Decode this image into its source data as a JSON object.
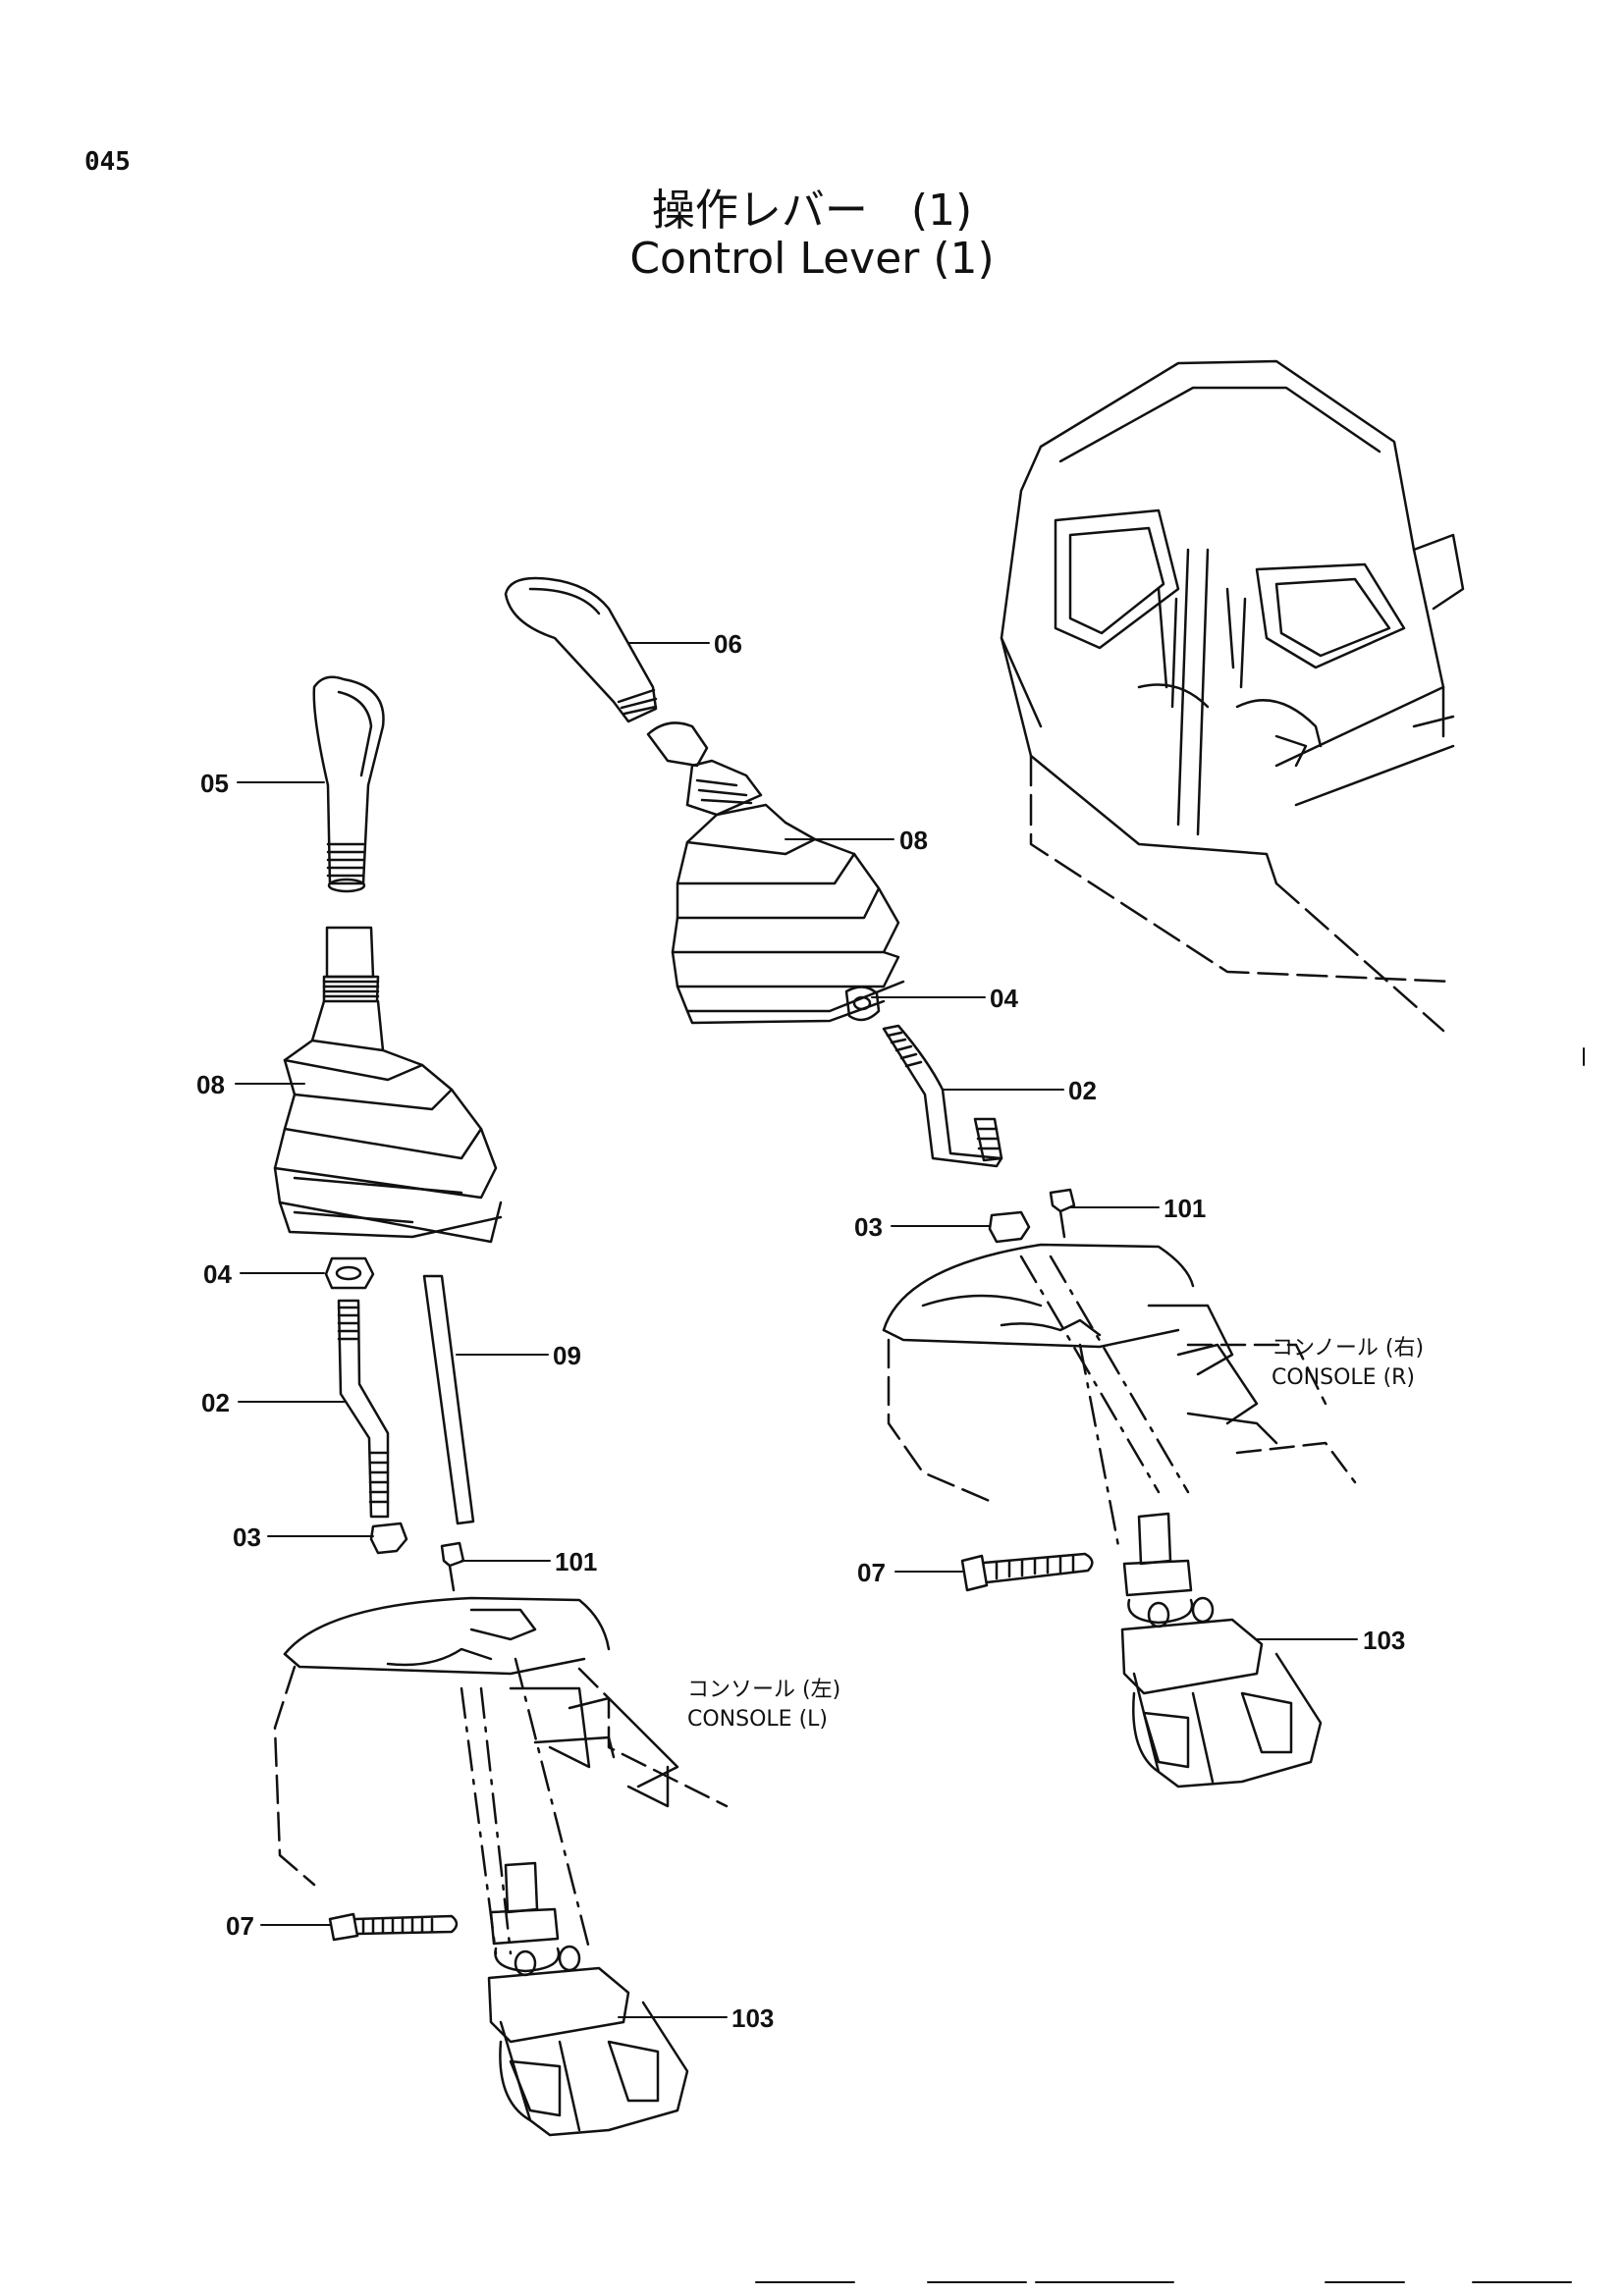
{
  "page": {
    "number": "045"
  },
  "title": {
    "jp": "操作レバー　(1)",
    "en": "Control Lever (1)"
  },
  "parts_left": {
    "p05": "05",
    "p08": "08",
    "p04": "04",
    "p02": "02",
    "p09": "09",
    "p03": "03",
    "p101": "101",
    "p07": "07",
    "p103": "103"
  },
  "parts_right": {
    "p06": "06",
    "p08": "08",
    "p04": "04",
    "p02": "02",
    "p03": "03",
    "p101": "101",
    "p07": "07",
    "p103": "103"
  },
  "console_left": {
    "jp": "コンソール (左)",
    "en": "CONSOLE (L)"
  },
  "console_right": {
    "jp": "コンノール (右)",
    "en": "CONSOLE (R)"
  }
}
